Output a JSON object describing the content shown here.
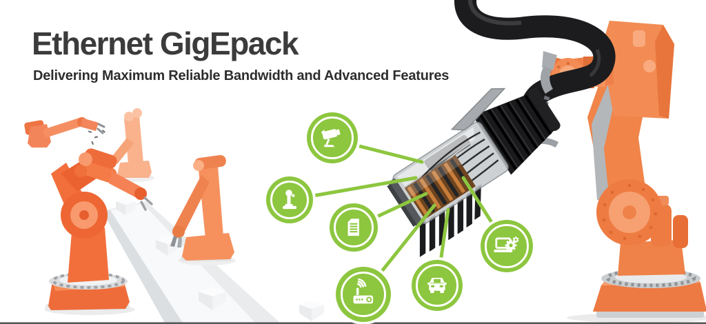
{
  "header": {
    "title": "Ethernet GigEpack",
    "subtitle": "Delivering Maximum Reliable Bandwidth and Advanced Features"
  },
  "colors": {
    "accent_green": "#8dc63f",
    "robot_orange": "#f0793f",
    "cable_black": "#1c1c1e",
    "title_gray": "#3b3b3b",
    "background": "#ffffff"
  },
  "application_icons": [
    {
      "name": "cctv-camera-icon",
      "depicts": "surveillance camera"
    },
    {
      "name": "joystick-icon",
      "depicts": "joystick controller"
    },
    {
      "name": "document-icon",
      "depicts": "document page with text lines"
    },
    {
      "name": "wifi-router-icon",
      "depicts": "wireless router with antenna"
    },
    {
      "name": "car-icon",
      "depicts": "automobile front view"
    },
    {
      "name": "laptop-gear-icon",
      "depicts": "laptop with gears"
    }
  ],
  "illustrations": [
    {
      "name": "assembly-line-robots",
      "depicts": "orange robotic arms over white conveyor with boxes"
    },
    {
      "name": "ethernet-connector",
      "depicts": "RJ45 Ethernet plug on black cable"
    },
    {
      "name": "industrial-robot-arm",
      "depicts": "large orange robot arm gripping the cable"
    }
  ]
}
